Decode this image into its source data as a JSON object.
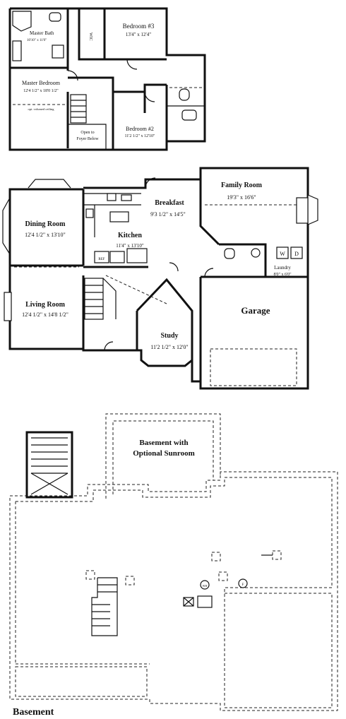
{
  "upper_floor": {
    "master_bath": {
      "name": "Master Bath",
      "dims": "10'10\" x 11'0\""
    },
    "wic_label": "WIC",
    "bedroom3": {
      "name": "Bedroom #3",
      "dims": "13'4\" x 12'4\""
    },
    "master_bedroom": {
      "name": "Master Bedroom",
      "dims": "12'4 1/2\" x 18'0 1/2\"",
      "note": "opt. volumed ceiling"
    },
    "open_to_foyer": {
      "line1": "Open to",
      "line2": "Foyer Below"
    },
    "bedroom2": {
      "name": "Bedroom #2",
      "dims": "11'2 1/2\" x 12'10\""
    }
  },
  "main_floor": {
    "family_room": {
      "name": "Family Room",
      "dims": "19'3\" x 16'6\""
    },
    "breakfast": {
      "name": "Breakfast",
      "dims": "9'3 1/2\" x 14'5\""
    },
    "dining_room": {
      "name": "Dining Room",
      "dims": "12'4 1/2\" x 13'10\""
    },
    "kitchen": {
      "name": "Kitchen",
      "dims": "11'4\" x 13'10\""
    },
    "living_room": {
      "name": "Living Room",
      "dims": "12'4 1/2\" x 14'8 1/2\""
    },
    "laundry": {
      "name": "Laundry",
      "dims": "8'0\" x 6'0\""
    },
    "washer_label": "W",
    "dryer_label": "D",
    "refrigerator_label": "REF",
    "garage": {
      "name": "Garage"
    },
    "study": {
      "name": "Study",
      "dims": "11'2 1/2\" x 12'0\""
    }
  },
  "basement": {
    "sunroom": {
      "line1": "Basement with",
      "line2": "Optional Sunroom"
    },
    "water_heater_label": "WH",
    "furnace_label": "F",
    "title": "Basement"
  }
}
